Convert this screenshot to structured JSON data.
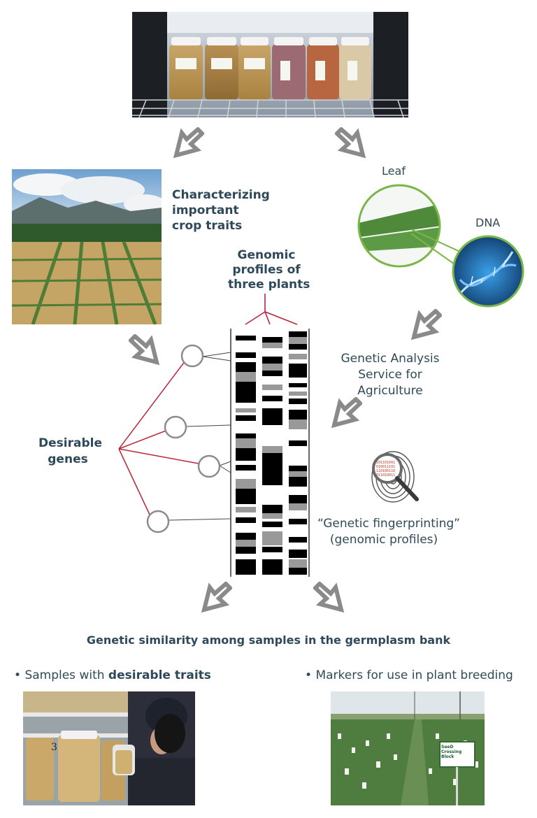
{
  "labels": {
    "crop_traits": [
      "Characterizing",
      "important",
      "crop traits"
    ],
    "genomic_profiles": [
      "Genomic",
      "profiles of",
      "three plants"
    ],
    "leaf": "Leaf",
    "dna": "DNA",
    "genetic_analysis": [
      "Genetic Analysis",
      "Service for",
      "Agriculture"
    ],
    "desirable_genes": [
      "Desirable",
      "genes"
    ],
    "fingerprinting": [
      "“Genetic fingerprinting”",
      "(genomic profiles)"
    ],
    "similarity_heading": "Genetic similarity among samples in the germplasm bank",
    "bullet_left_prefix": "Samples with ",
    "bullet_left_bold": "desirable traits",
    "bullet_right": "Markers for use in plant breeding",
    "bullet_symbol": "•"
  },
  "photo_text": {
    "sign_title": "SeeD Crossing Block",
    "jar_number": "3"
  },
  "icons": {
    "arrow": "chevron-arrow-icon",
    "magnifier": "magnifier-fingerprint-icon"
  },
  "colors": {
    "heading": "#2e4a5a",
    "red_lines": "#b8273a",
    "green_ring": "#7ab648",
    "arrow_gray": "#8a8a8a",
    "gene_circle": "#8c8c8c"
  }
}
